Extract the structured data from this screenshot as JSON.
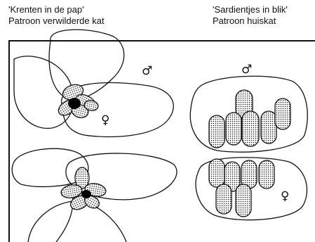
{
  "left_panel": {
    "title": "'Krenten in de pap'",
    "subtitle": "Patroon verwilderde kat"
  },
  "right_panel": {
    "title": "'Sardientjes in blik'",
    "subtitle": "Patroon huiskat"
  },
  "symbols": {
    "male": "♂",
    "female": "♀"
  },
  "colors": {
    "ink": "#111111",
    "core_fill": "#000000",
    "dot_pattern": "#111111",
    "background": "#ffffff"
  }
}
